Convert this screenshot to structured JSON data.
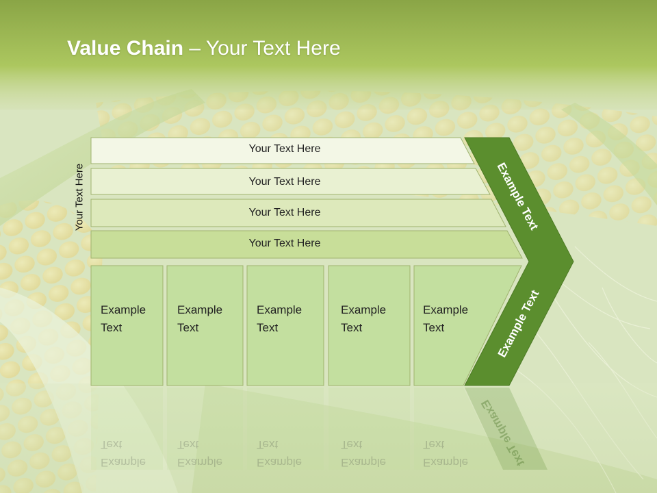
{
  "title": {
    "bold": "Value Chain",
    "rest": " – Your Text Here"
  },
  "side_label": "Your Text Here",
  "rows": [
    {
      "label": "Your Text Here"
    },
    {
      "label": "Your Text Here"
    },
    {
      "label": "Your Text Here"
    },
    {
      "label": "Your Text Here"
    }
  ],
  "columns": [
    {
      "line1": "Example",
      "line2": "Text"
    },
    {
      "line1": "Example",
      "line2": "Text"
    },
    {
      "line1": "Example",
      "line2": "Text"
    },
    {
      "line1": "Example",
      "line2": "Text"
    },
    {
      "line1": "Example",
      "line2": "Text"
    }
  ],
  "chevron": {
    "upper": "Example Text",
    "lower": "Example Text"
  },
  "colors": {
    "header_green": "#a6c054",
    "row_fills": [
      "#f3f7e6",
      "#e9f1d2",
      "#dde9bb",
      "#c8de99"
    ],
    "column_fill": "#c3df9f",
    "chevron_green": "#5b8e2e"
  }
}
